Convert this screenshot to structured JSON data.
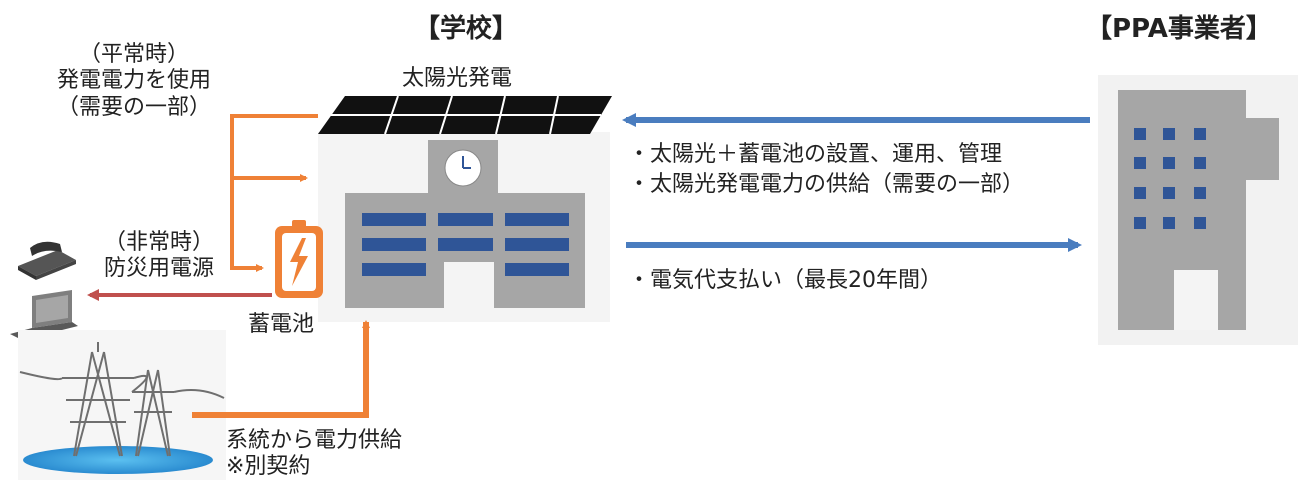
{
  "school": {
    "title": "【学校】",
    "solar_label": "太陽光発電",
    "battery_label": "蓄電池"
  },
  "operator": {
    "title": "【PPA事業者】"
  },
  "normal_use": {
    "line1": "（平常時）",
    "line2": "発電電力を使用",
    "line3": "（需要の一部）"
  },
  "emergency_use": {
    "line1": "（非常時）",
    "line2": "防災用電源"
  },
  "grid_supply": {
    "line1": "系統から電力供給",
    "line2": "※別契約"
  },
  "operator_services": {
    "line1": "・太陽光＋蓄電池の設置、運用、管理",
    "line2": "・太陽光発電電力の供給（需要の一部）"
  },
  "payment": {
    "line1": "・電気代支払い（最長20年間）"
  },
  "colors": {
    "orange_arrow": "#ef8136",
    "blue_arrow": "#4a7dbf",
    "red_arrow": "#c0504d",
    "building_gray": "#a6a6a6",
    "window_blue": "#2f5597",
    "solar_black": "#111111"
  }
}
